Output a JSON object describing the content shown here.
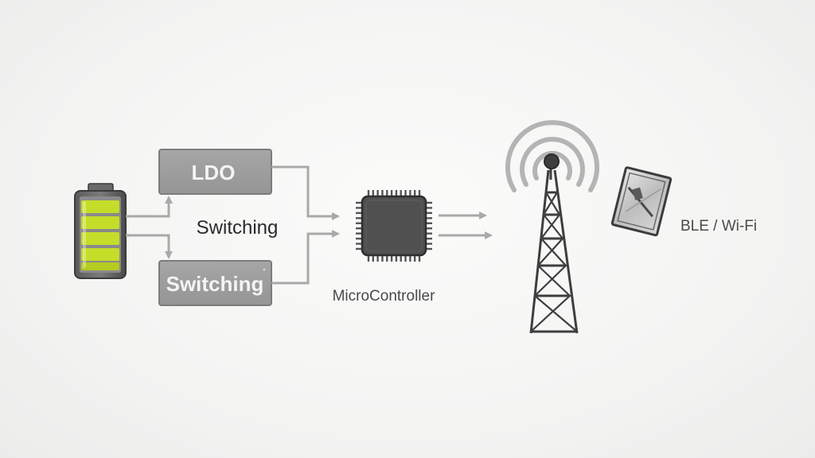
{
  "diagram": {
    "labels": {
      "ldo_box": "LDO",
      "switching_middle": "Switching",
      "switching_box": "Switching",
      "microcontroller": "MicroController",
      "wireless": "BLE / Wi-Fi"
    },
    "colors": {
      "box_fill": "#9d9d9d",
      "box_stroke": "#7c7c7c",
      "arrow": "#a9a9a9",
      "battery_green": "#c4dd28",
      "chip_body": "#505050",
      "tower": "#3e3e3e",
      "signal_rings": "#b4b4b4"
    },
    "icons": {
      "battery": "battery-icon",
      "chip": "microcontroller-chip-icon",
      "tower": "radio-tower-icon",
      "signal": "signal-waves-icon",
      "module": "wireless-module-icon"
    }
  }
}
